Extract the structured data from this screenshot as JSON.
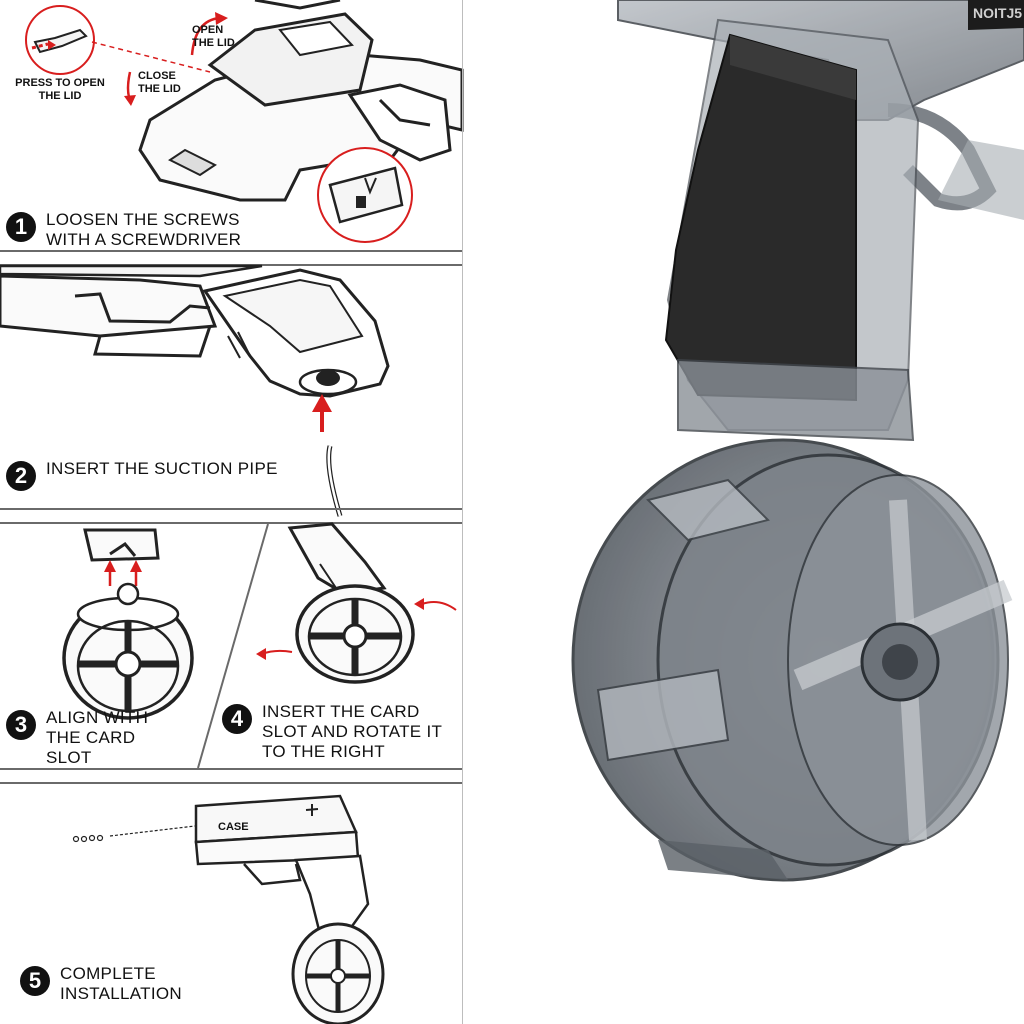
{
  "instructions": {
    "callouts": {
      "press_to_open": "PRESS TO OPEN THE LID",
      "open_lid": "OPEN THE LID",
      "close_lid": "CLOSE THE LID"
    },
    "steps": [
      {
        "number": "1",
        "text": "LOOSEN THE SCREWS WITH A SCREWDRIVER"
      },
      {
        "number": "2",
        "text": "INSERT THE SUCTION PIPE"
      },
      {
        "number": "3",
        "text": "ALIGN WITH THE CARD SLOT"
      },
      {
        "number": "4",
        "text": "INSERT THE CARD SLOT AND ROTATE IT TO THE RIGHT"
      },
      {
        "number": "5",
        "text": "COMPLETE INSTALLATION"
      }
    ],
    "gun_label": "CASE"
  },
  "product": {
    "slide_text": "NOITJ5",
    "colors": {
      "body": "#8f959c",
      "grip": "#2a2a2a",
      "accent": "#d81e1e"
    }
  }
}
